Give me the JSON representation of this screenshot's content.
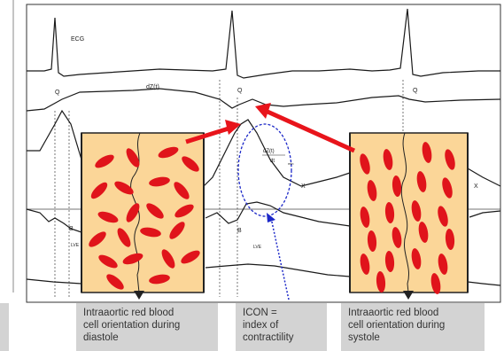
{
  "waveform_labels": {
    "ecg": "ECG",
    "dz": "dZ(t)",
    "q1": "Q",
    "q2": "Q",
    "q3": "Q",
    "icon_formula_num": "dZ(t)",
    "icon_formula_den": "dt",
    "icon_formula_sub": "min",
    "x1": "X",
    "x2": "X",
    "b1": "B",
    "b2": "B",
    "lve1": "LVE",
    "lve2": "LVE"
  },
  "captions": {
    "left": [
      "Intraaortic red blood",
      "cell orientation during",
      "diastole"
    ],
    "middle": [
      "ICON =",
      "index of",
      "contractility"
    ],
    "right": [
      "Intraaortic red blood",
      "cell orientation during",
      "systole"
    ]
  },
  "colors": {
    "vessel_fill": "#fbd698",
    "red_cell": "#e0141b",
    "arrow_red": "#e8141b",
    "annotation_blue": "#1c28c8",
    "caption_bg": "#d3d3d3",
    "trace": "#1a1a1a"
  }
}
